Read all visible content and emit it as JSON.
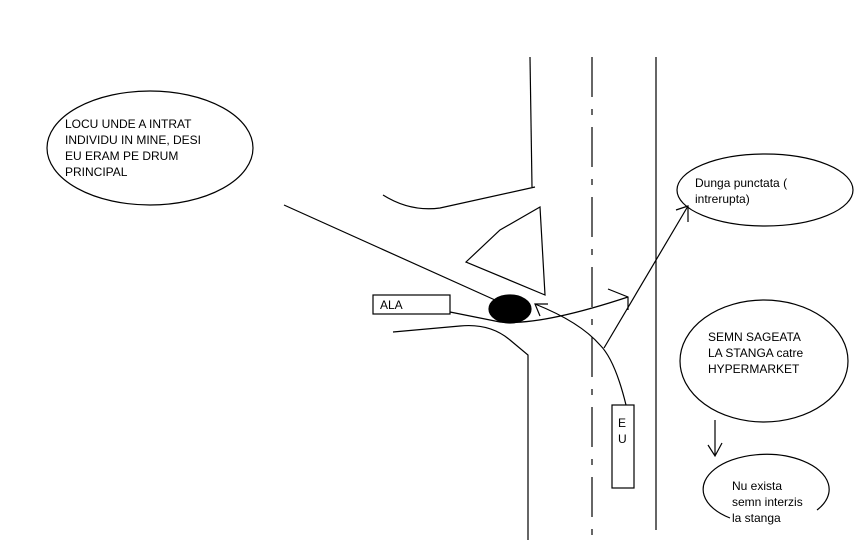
{
  "callouts": {
    "impact_location": [
      "LOCU UNDE A INTRAT",
      "INDIVIDU IN MINE, DESI",
      "EU ERAM PE DRUM",
      "PRINCIPAL"
    ],
    "dashed_line": [
      "Dunga punctata (",
      "intrerupta)"
    ],
    "arrow_sign": [
      "SEMN SAGEATA",
      "LA STANGA catre",
      "HYPERMARKET"
    ],
    "no_sign": [
      "Nu exista",
      "semn interzis",
      "la stanga"
    ]
  },
  "vehicles": {
    "other": "ALA",
    "me_line1": "E",
    "me_line2": "U"
  },
  "colors": {
    "ink": "#000000",
    "background": "#ffffff"
  }
}
